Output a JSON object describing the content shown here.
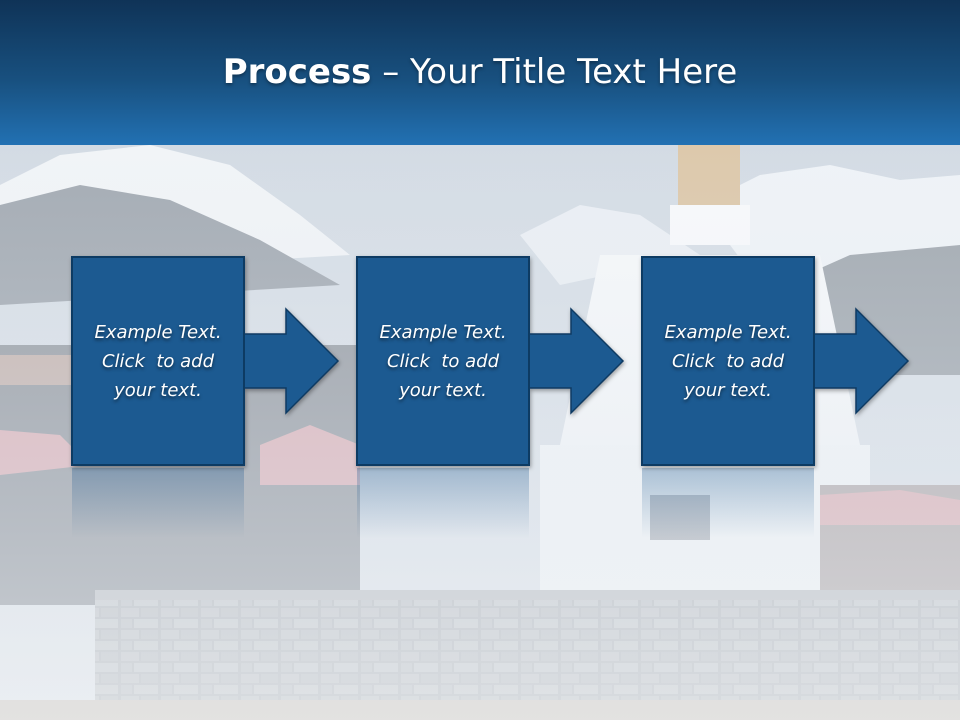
{
  "slide": {
    "title_bold": "Process",
    "title_rest": " – Your Title Text Here"
  },
  "steps": [
    {
      "line1": "Example Text.",
      "line2": "Click  to add",
      "line3": "your text."
    },
    {
      "line1": "Example Text.",
      "line2": "Click  to add",
      "line3": "your text."
    },
    {
      "line1": "Example Text.",
      "line2": "Click  to add",
      "line3": "your text."
    }
  ],
  "colors": {
    "header_dark": "#0f3357",
    "header_light": "#2271b3",
    "box_fill": "#1f5a91",
    "box_border": "#0e3a63",
    "arrow_fill": "#1f5a91"
  }
}
